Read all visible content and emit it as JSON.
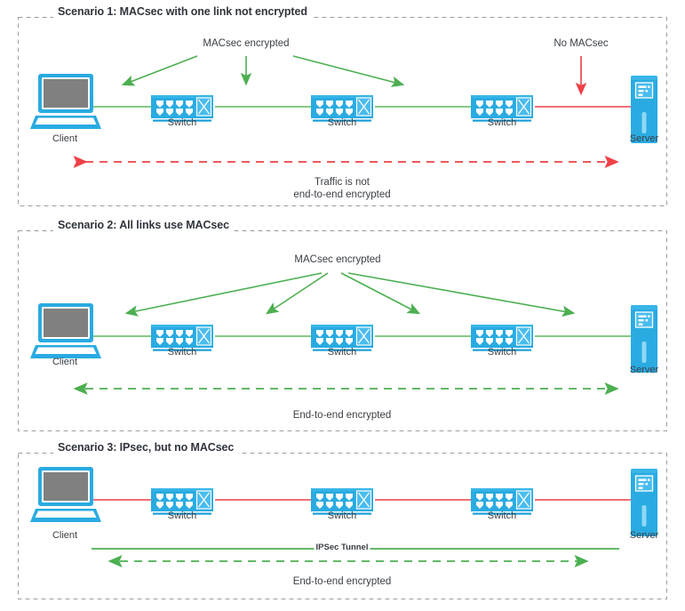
{
  "diagram": {
    "title_font_color": "#30353c",
    "colors": {
      "green": "#4caf50",
      "green_line": "#5cb85c",
      "red": "#ee4046",
      "device_blue": "#29abe2",
      "device_blue_dark": "#1a9fd9",
      "screen_gray": "#808080",
      "border_dash": "#9aa0a6",
      "text": "#3b3f45"
    },
    "scenarios": [
      {
        "id": "scenario-1",
        "title": "Scenario 1: MACsec with one link not encrypted",
        "callouts": [
          {
            "name": "macsec-encrypted-callout",
            "text": "MACsec encrypted"
          },
          {
            "name": "no-macsec-callout",
            "text": "No MACsec"
          }
        ],
        "devices": [
          {
            "name": "client",
            "label": "Client",
            "type": "laptop"
          },
          {
            "name": "switch-1",
            "label": "Switch",
            "type": "switch"
          },
          {
            "name": "switch-2",
            "label": "Switch",
            "type": "switch"
          },
          {
            "name": "switch-3",
            "label": "Switch",
            "type": "switch"
          },
          {
            "name": "server",
            "label": "Server",
            "type": "server"
          }
        ],
        "summary_lines": [
          "Traffic is not",
          "end-to-end encrypted"
        ],
        "summary_color": "red"
      },
      {
        "id": "scenario-2",
        "title": "Scenario 2: All links use MACsec",
        "callouts": [
          {
            "name": "macsec-encrypted-callout",
            "text": "MACsec encrypted"
          }
        ],
        "devices": [
          {
            "name": "client",
            "label": "Client",
            "type": "laptop"
          },
          {
            "name": "switch-1",
            "label": "Switch",
            "type": "switch"
          },
          {
            "name": "switch-2",
            "label": "Switch",
            "type": "switch"
          },
          {
            "name": "switch-3",
            "label": "Switch",
            "type": "switch"
          },
          {
            "name": "server",
            "label": "Server",
            "type": "server"
          }
        ],
        "summary_lines": [
          "End-to-end encrypted"
        ],
        "summary_color": "green"
      },
      {
        "id": "scenario-3",
        "title": "Scenario 3: IPsec, but no MACsec",
        "callouts": [
          {
            "name": "ipsec-tunnel-label",
            "text": "IPSec Tunnel"
          }
        ],
        "devices": [
          {
            "name": "client",
            "label": "Client",
            "type": "laptop"
          },
          {
            "name": "switch-1",
            "label": "Switch",
            "type": "switch"
          },
          {
            "name": "switch-2",
            "label": "Switch",
            "type": "switch"
          },
          {
            "name": "switch-3",
            "label": "Switch",
            "type": "switch"
          },
          {
            "name": "server",
            "label": "Server",
            "type": "server"
          }
        ],
        "summary_lines": [
          "End-to-end encrypted"
        ],
        "summary_color": "green"
      }
    ]
  }
}
